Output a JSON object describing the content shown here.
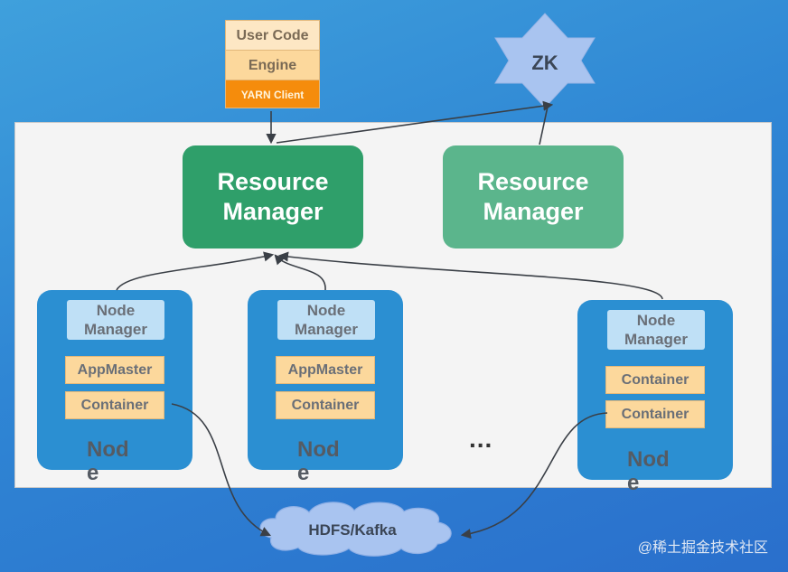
{
  "client": {
    "user_code": "User Code",
    "engine": "Engine",
    "yarn_client": "YARN Client"
  },
  "zk": {
    "label": "ZK"
  },
  "resource_managers": [
    {
      "line1": "Resource",
      "line2": "Manager",
      "state": "active"
    },
    {
      "line1": "Resource",
      "line2": "Manager",
      "state": "standby"
    }
  ],
  "nodes": [
    {
      "nm_line1": "Node",
      "nm_line2": "Manager",
      "slots": [
        "AppMaster",
        "Container"
      ],
      "label_line1": "Nod",
      "label_line2": "e"
    },
    {
      "nm_line1": "Node",
      "nm_line2": "Manager",
      "slots": [
        "AppMaster",
        "Container"
      ],
      "label_line1": "Nod",
      "label_line2": "e"
    },
    {
      "nm_line1": "Node",
      "nm_line2": "Manager",
      "slots": [
        "Container",
        "Container"
      ],
      "label_line1": "Nod",
      "label_line2": "e"
    }
  ],
  "ellipsis": "...",
  "storage": {
    "label": "HDFS/Kafka"
  },
  "watermark": "@稀土掘金技术社区",
  "colors": {
    "rm_active": "#2f9f6a",
    "rm_standby": "#5bb58c",
    "node_bg": "#2b8fd2",
    "slot_bg": "#fcd89c",
    "yarn_client": "#f58c0c",
    "zk_star": "#a9c4f0"
  }
}
